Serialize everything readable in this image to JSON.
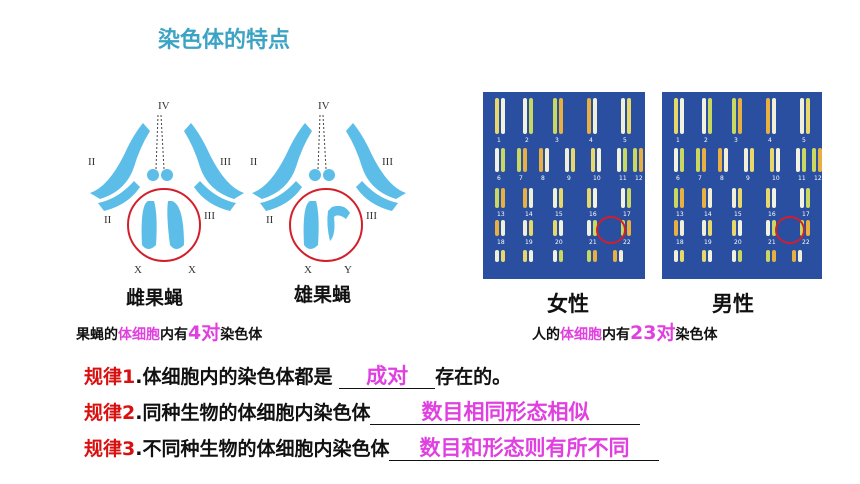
{
  "title": "染色体的特点",
  "flies": {
    "female": {
      "label": "雌果蝇",
      "top": "IV",
      "left": "II",
      "right": "III",
      "mid_left": "II",
      "mid_right": "III",
      "bottom_left": "X",
      "bottom_right": "X"
    },
    "male": {
      "label": "雄果蝇",
      "top": "IV",
      "left": "II",
      "right": "III",
      "mid_left": "II",
      "mid_right": "III",
      "bottom_left": "X",
      "bottom_right": "Y"
    }
  },
  "fly_caption": {
    "pre": "果蝇的",
    "hl1": "体细胞",
    "mid": "内有",
    "hl2": "4对",
    "post": "染色体"
  },
  "karyotype": {
    "female_label": "女性",
    "male_label": "男性",
    "row_numbers": [
      "1",
      "2",
      "3",
      "4",
      "5",
      "6",
      "7",
      "8",
      "9",
      "10",
      "11",
      "12",
      "13",
      "14",
      "15",
      "16",
      "17",
      "18",
      "19",
      "20",
      "21",
      "22"
    ]
  },
  "human_caption": {
    "pre": "人的",
    "hl1": "体细胞",
    "mid": "内有",
    "hl2": "23对",
    "post": "染色体"
  },
  "rules": [
    {
      "num": "规律1",
      "text": ".体细胞内的染色体都是 ",
      "answer": "成对",
      "tail": "存在的。"
    },
    {
      "num": "规律2",
      "text": ".同种生物的体细胞内染色体",
      "answer": "数目相同形态相似",
      "tail": ""
    },
    {
      "num": "规律3",
      "text": ".不同种生物的体细胞内染色体",
      "answer": "数目和形态则有所不同",
      "tail": ""
    }
  ]
}
